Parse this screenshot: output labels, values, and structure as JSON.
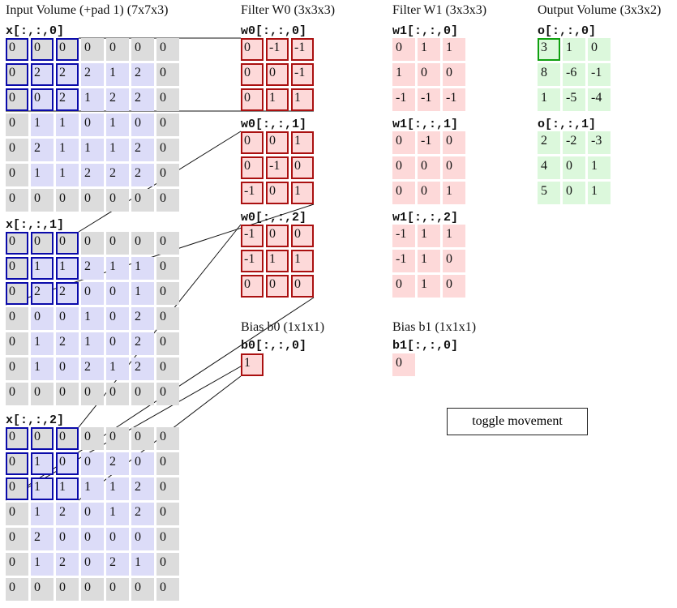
{
  "input": {
    "title": "Input Volume (+pad 1) (7x7x3)",
    "slices": [
      {
        "label": "x[:,:,0]",
        "rows": [
          [
            0,
            0,
            0,
            0,
            0,
            0,
            0
          ],
          [
            0,
            2,
            2,
            2,
            1,
            2,
            0
          ],
          [
            0,
            0,
            2,
            1,
            2,
            2,
            0
          ],
          [
            0,
            1,
            1,
            0,
            1,
            0,
            0
          ],
          [
            0,
            2,
            1,
            1,
            1,
            2,
            0
          ],
          [
            0,
            1,
            1,
            2,
            2,
            2,
            0
          ],
          [
            0,
            0,
            0,
            0,
            0,
            0,
            0
          ]
        ]
      },
      {
        "label": "x[:,:,1]",
        "rows": [
          [
            0,
            0,
            0,
            0,
            0,
            0,
            0
          ],
          [
            0,
            1,
            1,
            2,
            1,
            1,
            0
          ],
          [
            0,
            2,
            2,
            0,
            0,
            1,
            0
          ],
          [
            0,
            0,
            0,
            1,
            0,
            2,
            0
          ],
          [
            0,
            1,
            2,
            1,
            0,
            2,
            0
          ],
          [
            0,
            1,
            0,
            2,
            1,
            2,
            0
          ],
          [
            0,
            0,
            0,
            0,
            0,
            0,
            0
          ]
        ]
      },
      {
        "label": "x[:,:,2]",
        "rows": [
          [
            0,
            0,
            0,
            0,
            0,
            0,
            0
          ],
          [
            0,
            1,
            0,
            0,
            2,
            0,
            0
          ],
          [
            0,
            1,
            1,
            1,
            1,
            2,
            0
          ],
          [
            0,
            1,
            2,
            0,
            1,
            2,
            0
          ],
          [
            0,
            2,
            0,
            0,
            0,
            0,
            0
          ],
          [
            0,
            1,
            2,
            0,
            2,
            1,
            0
          ],
          [
            0,
            0,
            0,
            0,
            0,
            0,
            0
          ]
        ]
      }
    ]
  },
  "w0": {
    "title": "Filter W0 (3x3x3)",
    "slices": [
      {
        "label": "w0[:,:,0]",
        "rows": [
          [
            0,
            -1,
            -1
          ],
          [
            0,
            0,
            -1
          ],
          [
            0,
            1,
            1
          ]
        ]
      },
      {
        "label": "w0[:,:,1]",
        "rows": [
          [
            0,
            0,
            1
          ],
          [
            0,
            -1,
            0
          ],
          [
            -1,
            0,
            1
          ]
        ]
      },
      {
        "label": "w0[:,:,2]",
        "rows": [
          [
            -1,
            0,
            0
          ],
          [
            -1,
            1,
            1
          ],
          [
            0,
            0,
            0
          ]
        ]
      }
    ],
    "bias_title": "Bias b0 (1x1x1)",
    "bias_label": "b0[:,:,0]",
    "bias": [
      [
        1
      ]
    ]
  },
  "w1": {
    "title": "Filter W1 (3x3x3)",
    "slices": [
      {
        "label": "w1[:,:,0]",
        "rows": [
          [
            0,
            1,
            1
          ],
          [
            1,
            0,
            0
          ],
          [
            -1,
            -1,
            -1
          ]
        ]
      },
      {
        "label": "w1[:,:,1]",
        "rows": [
          [
            0,
            -1,
            0
          ],
          [
            0,
            0,
            0
          ],
          [
            0,
            0,
            1
          ]
        ]
      },
      {
        "label": "w1[:,:,2]",
        "rows": [
          [
            -1,
            1,
            1
          ],
          [
            -1,
            1,
            0
          ],
          [
            0,
            1,
            0
          ]
        ]
      }
    ],
    "bias_title": "Bias b1 (1x1x1)",
    "bias_label": "b1[:,:,0]",
    "bias": [
      [
        0
      ]
    ]
  },
  "output": {
    "title": "Output Volume (3x3x2)",
    "slices": [
      {
        "label": "o[:,:,0]",
        "rows": [
          [
            3,
            1,
            0
          ],
          [
            8,
            -6,
            -1
          ],
          [
            1,
            -5,
            -4
          ]
        ]
      },
      {
        "label": "o[:,:,1]",
        "rows": [
          [
            2,
            -2,
            -3
          ],
          [
            4,
            0,
            1
          ],
          [
            5,
            0,
            1
          ]
        ]
      }
    ]
  },
  "toggle_label": "toggle movement"
}
